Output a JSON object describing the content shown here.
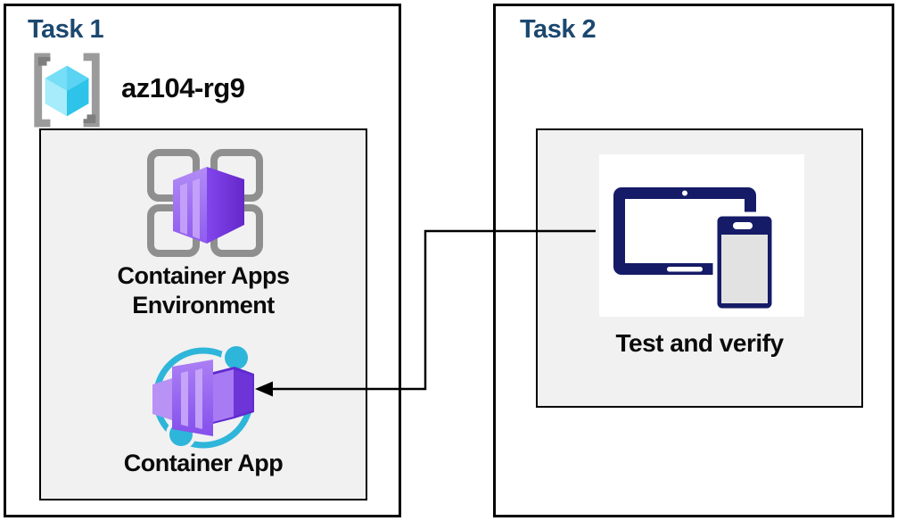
{
  "task1": {
    "title": "Task 1",
    "resource_group_name": "az104-rg9",
    "environment_label": "Container Apps Environment",
    "app_label": "Container App"
  },
  "task2": {
    "title": "Task 2",
    "test_label": "Test and verify"
  },
  "connector": {
    "from": "test-and-verify",
    "to": "container-app",
    "style": "elbow-arrow-left"
  },
  "icons": {
    "resource_group": "resource-group-icon",
    "environment": "container-apps-environment-icon",
    "app": "container-app-icon",
    "test": "tablet-phone-icon"
  },
  "colors": {
    "title_blue": "#1C486F",
    "text_black": "#0B0B0B",
    "box_border": "#000000",
    "inner_bg": "#F1F1F1",
    "gray_icon": "#8F8F8F",
    "cyan_ring": "#2EB5DA",
    "cube_top": "#6FDCF6",
    "cube_left": "#A6ECFA",
    "cube_right": "#2EC3E9",
    "navy_device": "#151B66",
    "device_screen_gray": "#E2E2E2",
    "purple_light": "#B491F7",
    "purple_mid": "#9667F0",
    "purple_dark": "#6D30D9"
  }
}
